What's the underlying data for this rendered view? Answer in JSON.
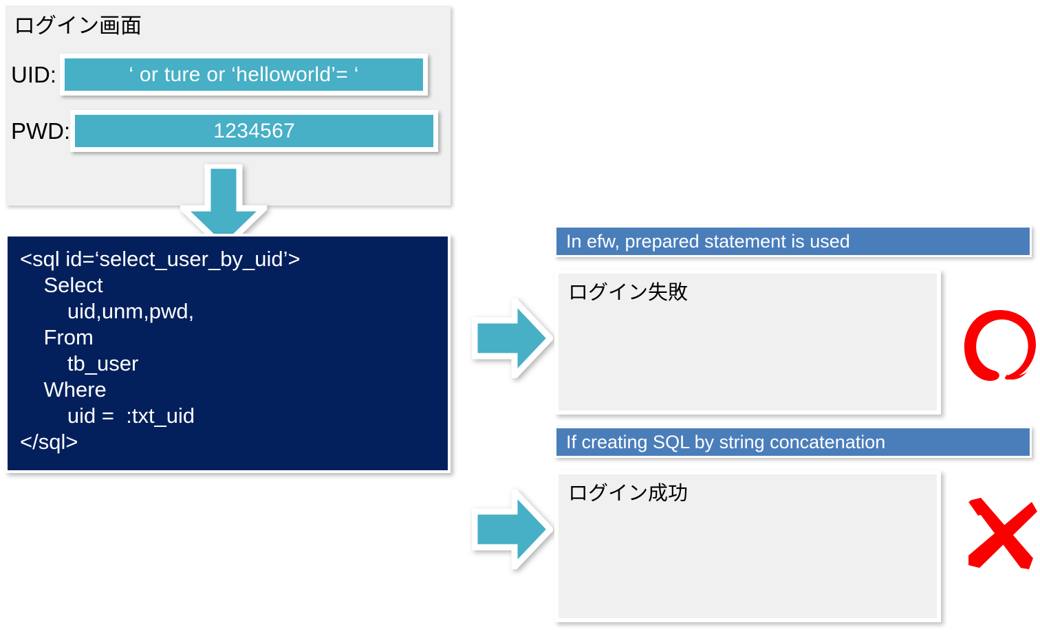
{
  "login_panel": {
    "title": "ログイン画面",
    "fields": [
      {
        "label": "UID:",
        "value": "‘ or ture or ‘helloworld’= ‘"
      },
      {
        "label": "PWD:",
        "value": "1234567"
      }
    ]
  },
  "flow": {
    "down_arrow_name": "down-arrow",
    "right_arrow_name": "right-arrow"
  },
  "sql_panel": {
    "code": "<sql id=‘select_user_by_uid’>\n    Select\n        uid,unm,pwd,\n    From\n        tb_user\n    Where\n        uid =  :txt_uid\n</sql>"
  },
  "results": [
    {
      "header": "In efw, prepared statement is used",
      "body": "ログイン失敗",
      "verdict": "circle-mark"
    },
    {
      "header": "If creating SQL by string concatenation",
      "body": "ログイン成功",
      "verdict": "cross-mark"
    }
  ],
  "colors": {
    "panel_gray": "#F0F0F0",
    "field_teal": "#47AFC6",
    "arrow_teal": "#47AFC6",
    "sql_navy": "#04205C",
    "header_blue": "#4A7EBB",
    "mark_red": "#FA0000"
  }
}
